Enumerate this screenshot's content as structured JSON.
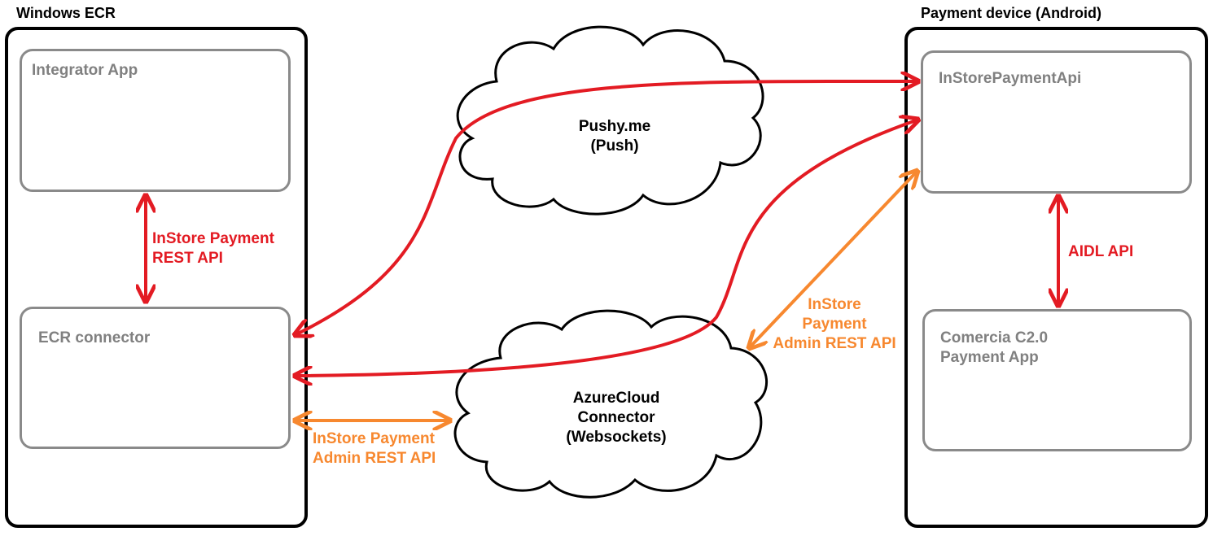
{
  "groups": {
    "windows_ecr": {
      "title": "Windows ECR"
    },
    "payment_device": {
      "title": "Payment device (Android)"
    }
  },
  "boxes": {
    "integrator_app": "Integrator App",
    "ecr_connector": "ECR connector",
    "instore_payment_api": "InStorePaymentApi",
    "comercia_line1": "Comercia C2.0",
    "comercia_line2": "Payment App"
  },
  "clouds": {
    "pushy_line1": "Pushy.me",
    "pushy_line2": "(Push)",
    "azure_line1": "AzureCloud",
    "azure_line2": "Connector",
    "azure_line3": "(Websockets)"
  },
  "labels": {
    "rest_line1": "InStore Payment",
    "rest_line2": "REST API",
    "admin_bottom_line1": "InStore Payment",
    "admin_bottom_line2": "Admin REST API",
    "admin_right_line1": "InStore",
    "admin_right_line2": "Payment",
    "admin_right_line3": "Admin REST API",
    "aidl": "AIDL API"
  },
  "colors": {
    "red": "#e31b23",
    "orange": "#f7882f",
    "gray": "#8a8a8a",
    "black": "#000000"
  }
}
